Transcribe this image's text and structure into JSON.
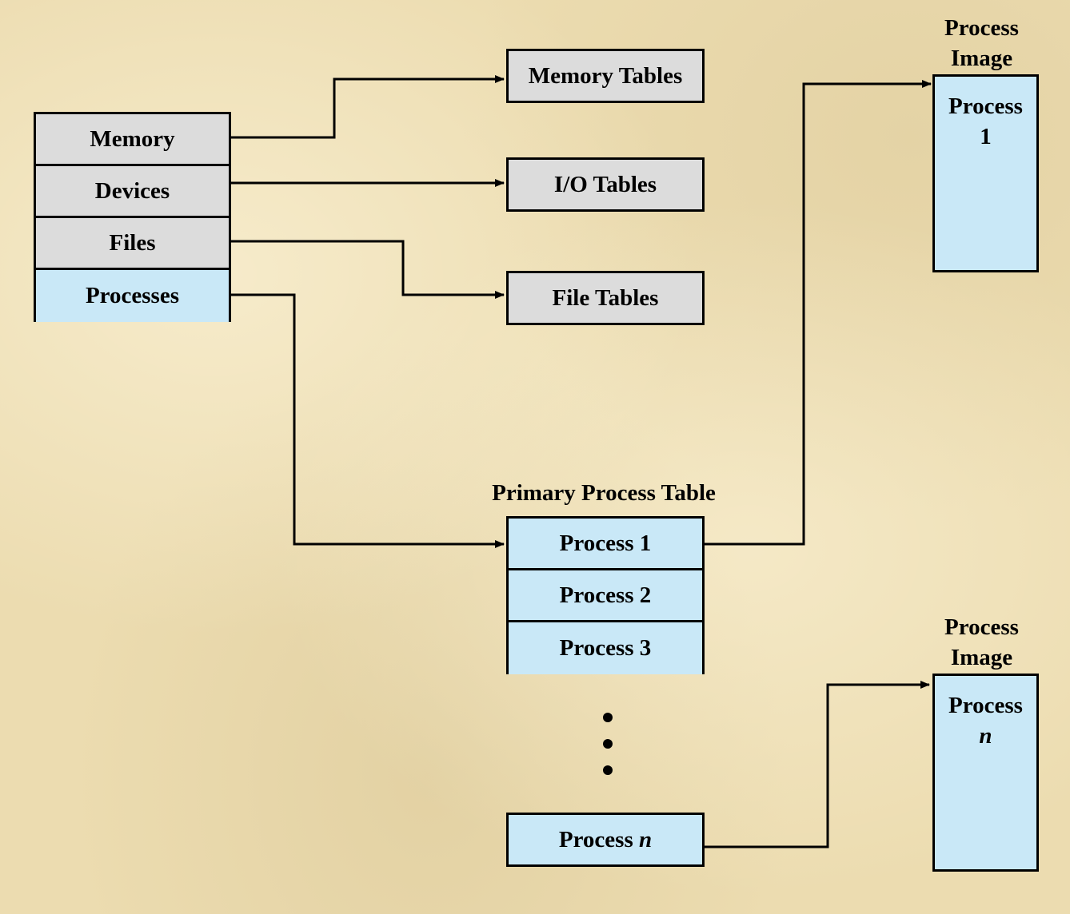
{
  "resource_stack": [
    "Memory",
    "Devices",
    "Files",
    "Processes"
  ],
  "tables": {
    "memory": "Memory Tables",
    "io": "I/O Tables",
    "file": "File Tables"
  },
  "primary_process_table": {
    "title": "Primary Process Table",
    "rows": [
      "Process 1",
      "Process 2",
      "Process 3"
    ],
    "last_row_prefix": "Process",
    "last_row_var": "n"
  },
  "process_image_1": {
    "title_line1": "Process",
    "title_line2": "Image",
    "body_line1": "Process",
    "body_line2": "1"
  },
  "process_image_n": {
    "title_line1": "Process",
    "title_line2": "Image",
    "body_line1": "Process",
    "body_line2": "n"
  },
  "colors": {
    "gray_box": "#dcdcdc",
    "blue_box": "#c9e8f7",
    "background": "#ecdcb0"
  }
}
